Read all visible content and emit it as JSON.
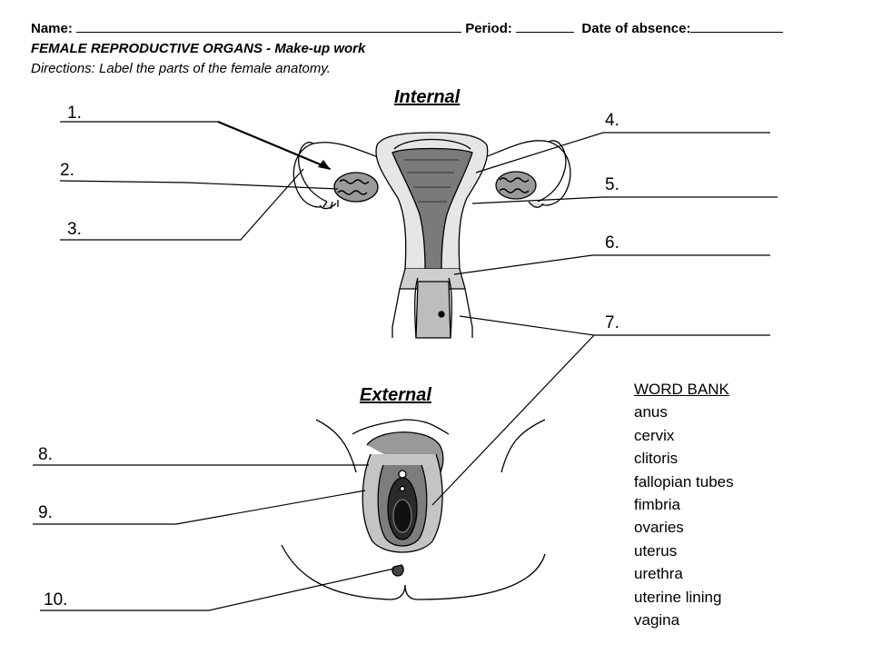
{
  "header": {
    "name_label": "Name:",
    "period_label": "Period:",
    "absence_label": "Date of absence:",
    "subtitle": "FEMALE REPRODUCTIVE ORGANS - Make-up work",
    "directions": "Directions: Label the parts of the female anatomy."
  },
  "sections": {
    "internal_title": "Internal",
    "external_title": "External"
  },
  "labels": [
    "1.",
    "2.",
    "3.",
    "4.",
    "5.",
    "6.",
    "7.",
    "8.",
    "9.",
    "10."
  ],
  "word_bank": {
    "title": "WORD BANK",
    "words": [
      "anus",
      "cervix",
      "clitoris",
      "fallopian tubes",
      "fimbria",
      "ovaries",
      "uterus",
      "urethra",
      "uterine lining",
      "vagina"
    ]
  }
}
